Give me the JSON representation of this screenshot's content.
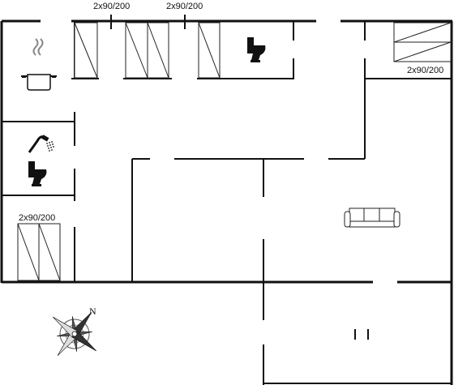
{
  "labels": {
    "bed_top_left": "2x90/200",
    "bed_top_mid": "2x90/200",
    "bed_top_right": "2x90/200",
    "bed_left": "2x90/200",
    "north": "N"
  },
  "colors": {
    "wall": "#111111",
    "background": "#ffffff"
  },
  "icons": [
    "cooking-pot-icon",
    "shower-icon",
    "toilet-icon",
    "sofa-icon",
    "compass-rose-icon"
  ]
}
